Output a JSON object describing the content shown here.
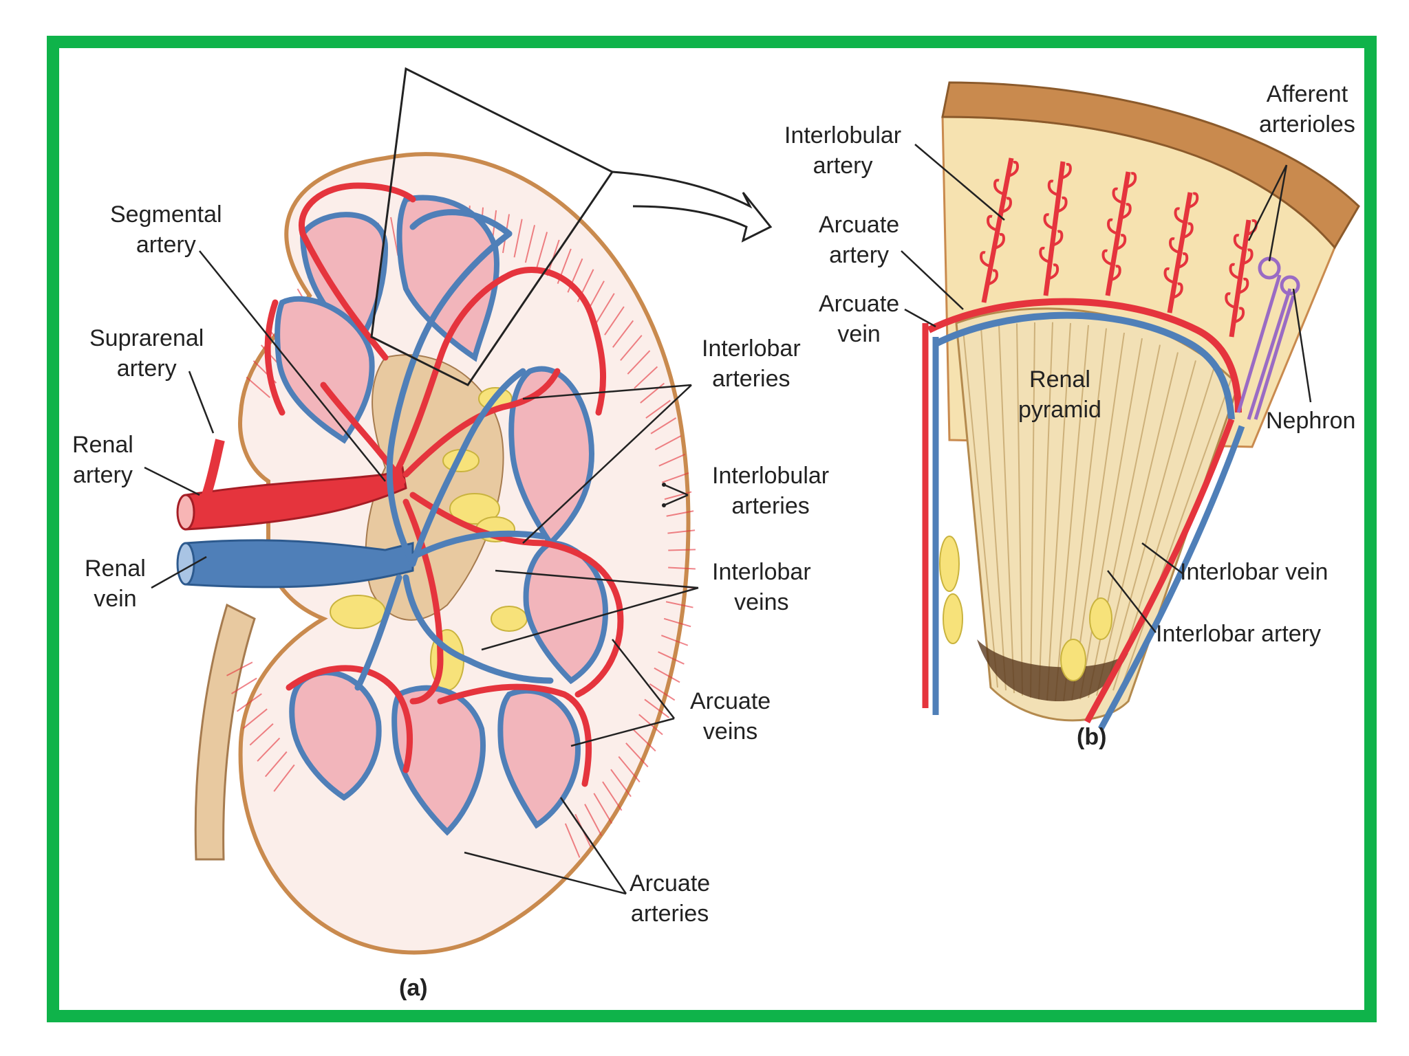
{
  "panel_a": {
    "caption": "(a)",
    "labels": {
      "segmental_artery": [
        "Segmental",
        "artery"
      ],
      "suprarenal_artery": [
        "Suprarenal",
        "artery"
      ],
      "renal_artery": [
        "Renal",
        "artery"
      ],
      "renal_vein": [
        "Renal",
        "vein"
      ],
      "interlobar_arteries": [
        "Interlobar",
        "arteries"
      ],
      "interlobular_arteries": [
        "Interlobular",
        "arteries"
      ],
      "interlobar_veins": [
        "Interlobar",
        "veins"
      ],
      "arcuate_veins": [
        "Arcuate",
        "veins"
      ],
      "arcuate_arteries": [
        "Arcuate",
        "arteries"
      ]
    }
  },
  "panel_b": {
    "caption": "(b)",
    "labels": {
      "interlobular_artery": [
        "Interlobular",
        "artery"
      ],
      "arcuate_artery": [
        "Arcuate",
        "artery"
      ],
      "arcuate_vein": [
        "Arcuate",
        "vein"
      ],
      "afferent_arterioles": [
        "Afferent",
        "arterioles"
      ],
      "renal_pyramid": [
        "Renal",
        "pyramid"
      ],
      "nephron": [
        "Nephron"
      ],
      "interlobar_vein": [
        "Interlobar vein"
      ],
      "interlobar_artery": [
        "Interlobar artery"
      ]
    }
  },
  "colors": {
    "frame": "#0fb34a",
    "artery": "#e5343d",
    "vein": "#4f7fb8",
    "cortex": "#fbe8e4",
    "pyramid": "#f2b5bb",
    "capsule": "#c98a4e",
    "fat": "#f7e27a",
    "tissue": "#f6e2b0"
  }
}
